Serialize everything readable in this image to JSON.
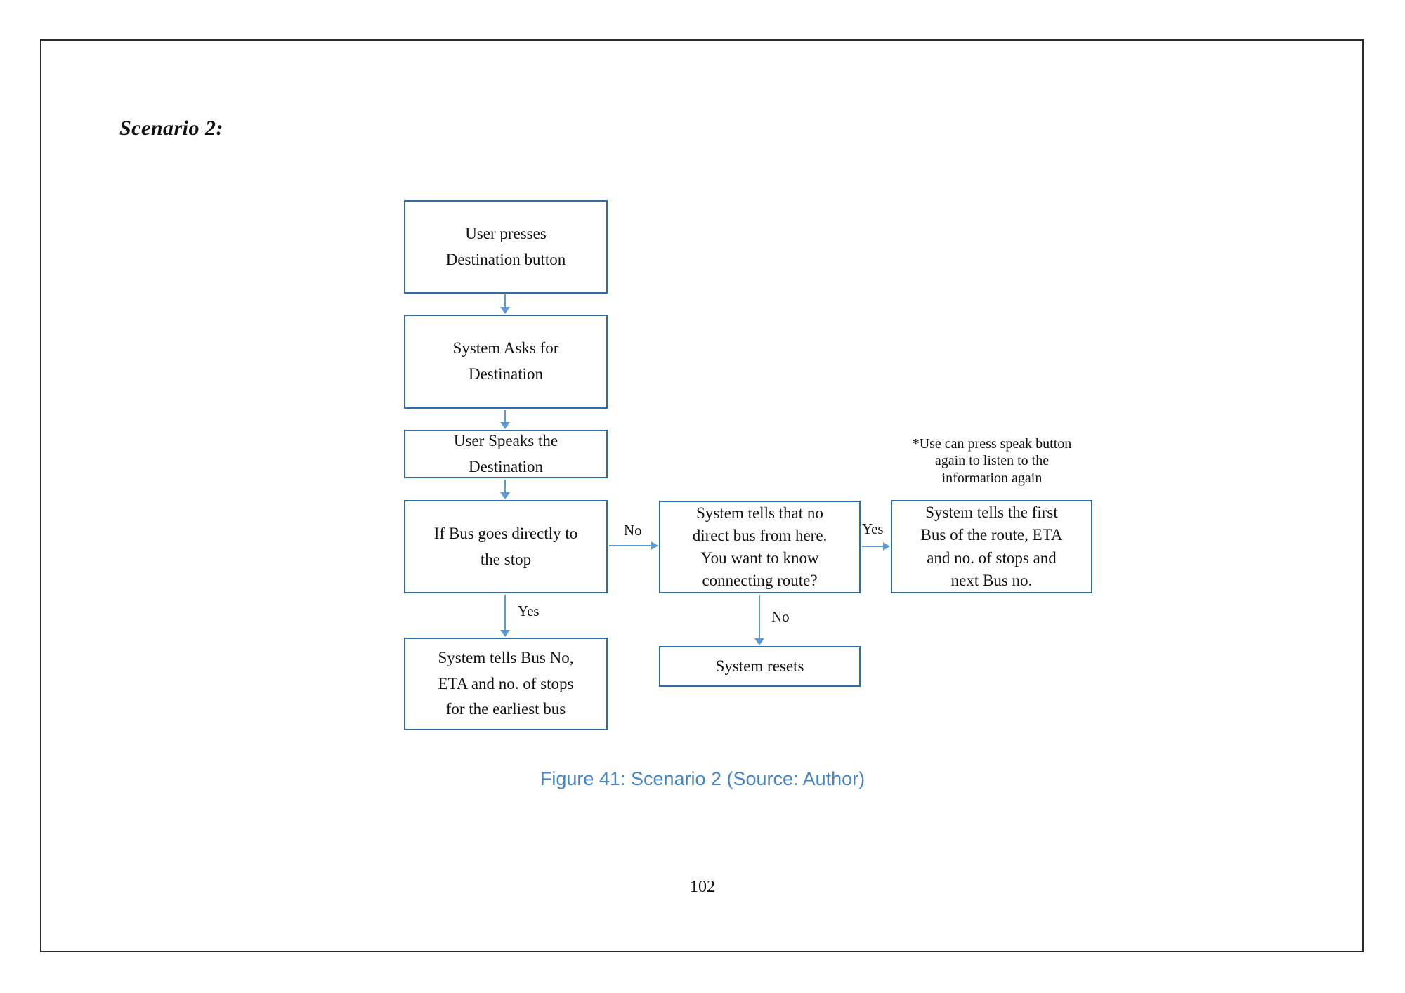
{
  "document": {
    "heading": "Scenario 2:",
    "figure_caption": "Figure 41: Scenario 2 (Source: Author)",
    "page_number": "102"
  },
  "colors": {
    "box_border": "#2e6da4",
    "arrow": "#5b9bd5",
    "caption_text": "#4585c5"
  },
  "flowchart": {
    "nodes": {
      "user_presses": [
        "User presses",
        "Destination button"
      ],
      "system_asks": [
        "System Asks for",
        "Destination"
      ],
      "user_speaks": [
        "User Speaks the",
        "Destination"
      ],
      "if_direct": [
        "If Bus goes directly to",
        "the stop"
      ],
      "tells_earliest": [
        "System tells Bus No,",
        "ETA and no. of stops",
        "for the earliest bus"
      ],
      "no_direct_prompt": [
        "System tells that no",
        "direct bus from here.",
        "You want to know",
        "connecting route?"
      ],
      "system_resets": [
        "System resets"
      ],
      "tells_first": [
        "System tells the first",
        "Bus of the route, ETA",
        "and no. of stops and",
        "next Bus no."
      ]
    },
    "edge_labels": {
      "direct_yes": "Yes",
      "direct_no": "No",
      "connect_yes": "Yes",
      "connect_no": "No"
    },
    "note": [
      "*Use can press speak button",
      "again to listen to the",
      "information again"
    ]
  }
}
